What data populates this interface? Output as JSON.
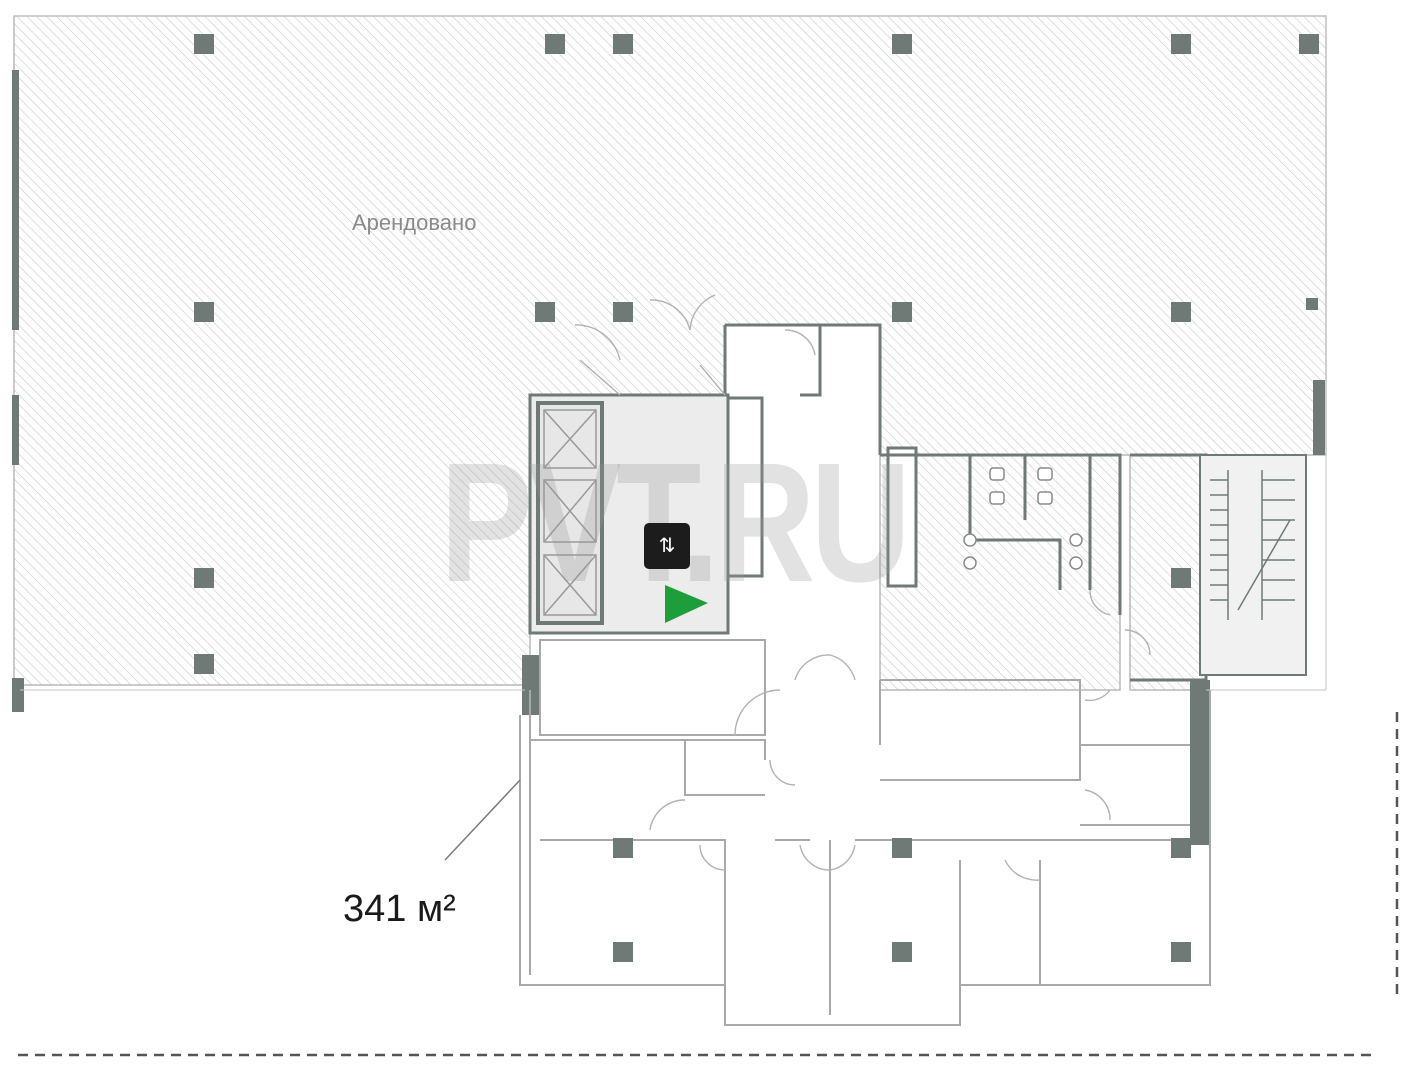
{
  "plan": {
    "rented_label": "Арендовано",
    "area_label": "341 м²",
    "watermark": "PVT.RU",
    "lift_icon_glyph": "⇅",
    "colors": {
      "wall": "#6f7a76",
      "hatch": "#c3c3c3",
      "rented_fill": "#f4f4f4",
      "column": "#6f7a76",
      "marker": "#1e9e3a"
    }
  }
}
